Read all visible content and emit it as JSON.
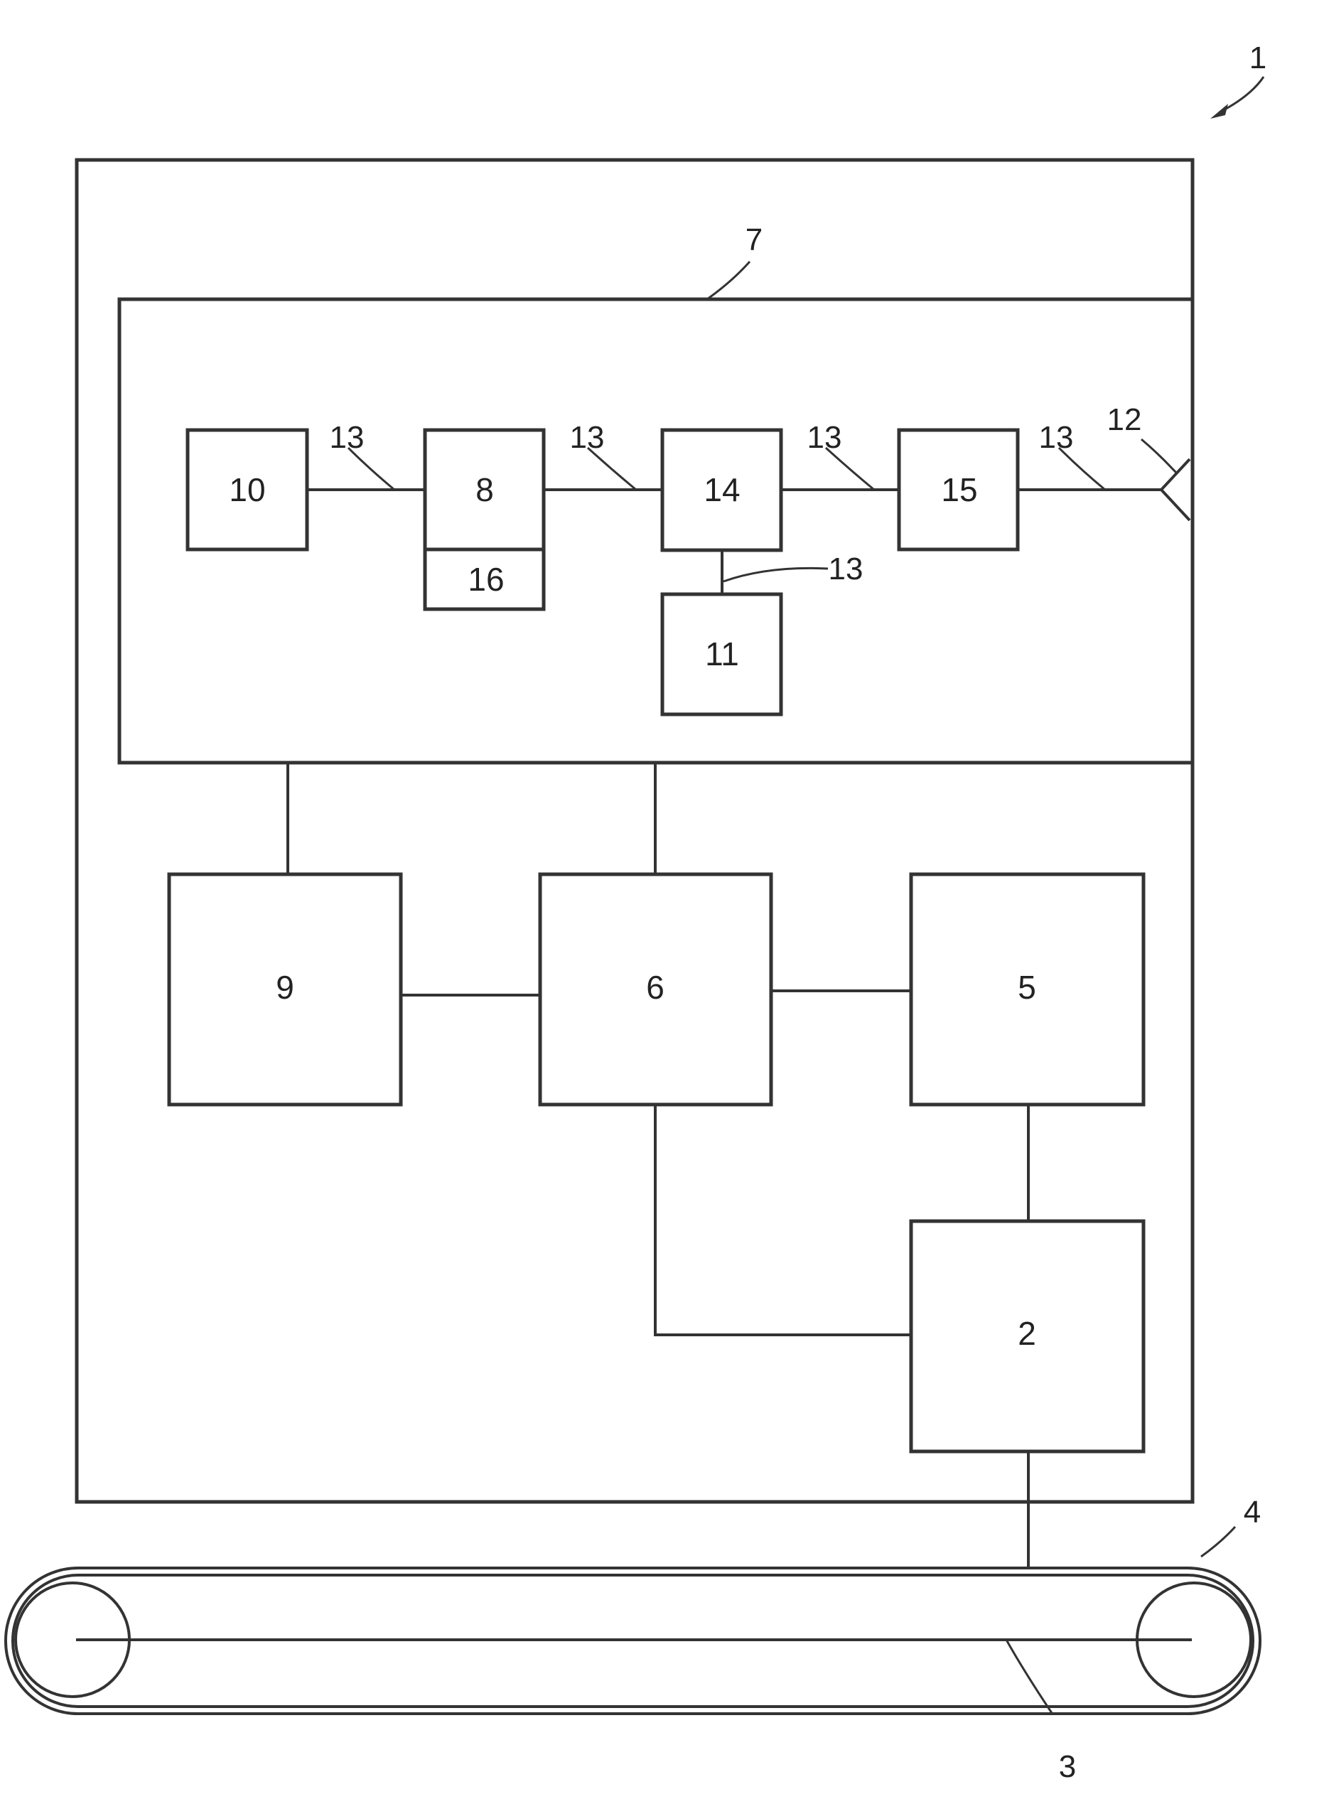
{
  "diagram": {
    "reference_labels": {
      "device": "1",
      "belt_axis": "3",
      "conveyor": "4",
      "module": "7",
      "antenna": "12",
      "line_13_a": "13",
      "line_13_b": "13",
      "line_13_c": "13",
      "line_13_d": "13",
      "line_13_e": "13"
    },
    "blocks": {
      "b10": "10",
      "b8": "8",
      "b16": "16",
      "b14": "14",
      "b15": "15",
      "b11": "11",
      "b9": "9",
      "b6": "6",
      "b5": "5",
      "b2": "2"
    },
    "colors": {
      "stroke": "#333333",
      "background": "#ffffff"
    }
  }
}
